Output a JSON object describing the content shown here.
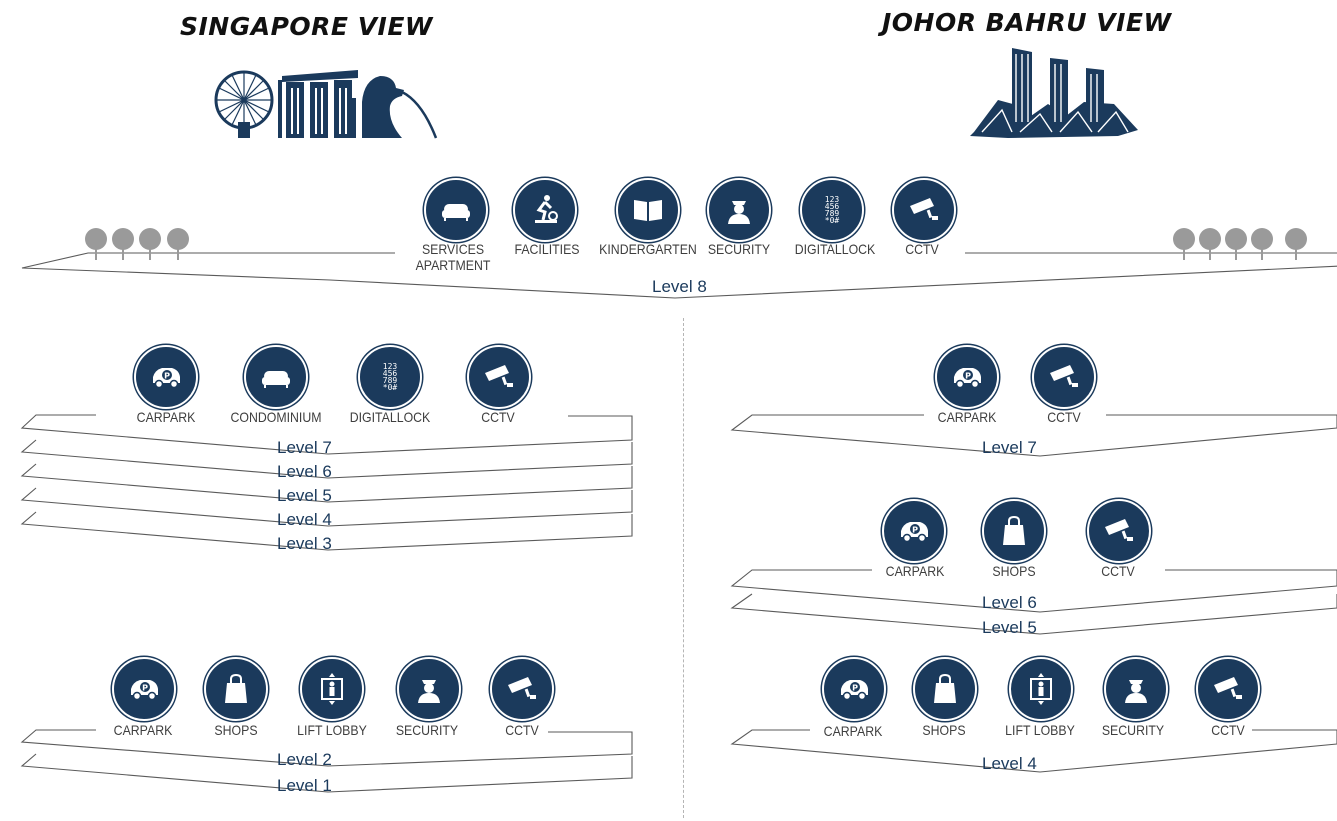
{
  "titles": {
    "singapore": "SINGAPORE VIEW",
    "johor": "JOHOR BAHRU VIEW"
  },
  "colors": {
    "icon_fill": "#1b3a5c",
    "level_text": "#1b3a5c",
    "label_text": "#3e3e3e",
    "tree": "#9a9a9a"
  },
  "top": {
    "level": "Level 8",
    "items": [
      {
        "icon": "sofa-icon",
        "label": "SERVICES",
        "label2": "APARTMENT"
      },
      {
        "icon": "exercise-bike-icon",
        "label": "FACILITIES"
      },
      {
        "icon": "book-icon",
        "label": "KINDERGARTEN"
      },
      {
        "icon": "guard-icon",
        "label": "SECURITY"
      },
      {
        "icon": "keypad-icon",
        "label": "DIGITALLOCK"
      },
      {
        "icon": "cctv-icon",
        "label": "CCTV"
      }
    ]
  },
  "sg_upper": {
    "items": [
      {
        "icon": "car-park-icon",
        "label": "CARPARK"
      },
      {
        "icon": "sofa-icon",
        "label": "CONDOMINIUM"
      },
      {
        "icon": "keypad-icon",
        "label": "DIGITALLOCK"
      },
      {
        "icon": "cctv-icon",
        "label": "CCTV"
      }
    ],
    "levels": [
      "Level 7",
      "Level 6",
      "Level 5",
      "Level 4",
      "Level 3"
    ]
  },
  "sg_lower": {
    "items": [
      {
        "icon": "car-park-icon",
        "label": "CARPARK"
      },
      {
        "icon": "shopping-bag-icon",
        "label": "SHOPS"
      },
      {
        "icon": "lift-icon",
        "label": "LIFT LOBBY"
      },
      {
        "icon": "guard-icon",
        "label": "SECURITY"
      },
      {
        "icon": "cctv-icon",
        "label": "CCTV"
      }
    ],
    "levels": [
      "Level 2",
      "Level 1"
    ]
  },
  "jb_l7": {
    "items": [
      {
        "icon": "car-park-icon",
        "label": "CARPARK"
      },
      {
        "icon": "cctv-icon",
        "label": "CCTV"
      }
    ],
    "levels": [
      "Level 7"
    ]
  },
  "jb_l65": {
    "items": [
      {
        "icon": "car-park-icon",
        "label": "CARPARK"
      },
      {
        "icon": "shopping-bag-icon",
        "label": "SHOPS"
      },
      {
        "icon": "cctv-icon",
        "label": "CCTV"
      }
    ],
    "levels": [
      "Level 6",
      "Level 5"
    ]
  },
  "jb_l4": {
    "items": [
      {
        "icon": "car-park-icon",
        "label": "CARPARK"
      },
      {
        "icon": "shopping-bag-icon",
        "label": "SHOPS"
      },
      {
        "icon": "lift-icon",
        "label": "LIFT LOBBY"
      },
      {
        "icon": "guard-icon",
        "label": "SECURITY"
      },
      {
        "icon": "cctv-icon",
        "label": "CCTV"
      }
    ],
    "levels": [
      "Level 4"
    ]
  }
}
